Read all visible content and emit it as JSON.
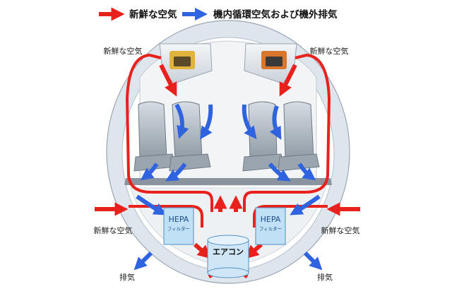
{
  "legend": {
    "fresh_air": "新鮮な空気",
    "recirculated": "機内循環空気および機外排気"
  },
  "labels": {
    "fresh_top_left": "新鮮な空気",
    "fresh_top_right": "新鮮な空気",
    "fresh_mid_left": "新鮮な空気",
    "fresh_mid_right": "新鮮な空気",
    "exhaust_left": "排気",
    "exhaust_right": "排気"
  },
  "hepa": {
    "title": "HEPA",
    "subtitle": "フィルター"
  },
  "aircon": {
    "label": "エアコン"
  },
  "colors": {
    "fresh": "#e8211d",
    "recirc": "#2f63e0",
    "hepa_fill": "#bfe0f5",
    "fuselage": "#dfe5ec"
  }
}
